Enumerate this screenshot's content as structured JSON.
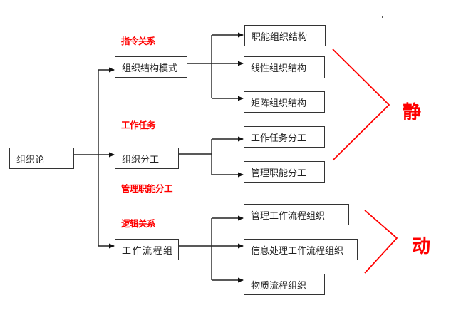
{
  "diagram": {
    "root": {
      "id": "root",
      "label": "组织论"
    },
    "level1": [
      {
        "id": "structure",
        "label": "组织结构模式",
        "annotation": "指令关系"
      },
      {
        "id": "division",
        "label": "组织分工",
        "annotation": "工作任务",
        "annotation_below": "管理职能分工"
      },
      {
        "id": "workflow",
        "label": "工作流程组",
        "annotation": "逻辑关系"
      }
    ],
    "level2": {
      "structure": [
        "职能组织结构",
        "线性组织结构",
        "矩阵组织结构"
      ],
      "division": [
        "工作任务分工",
        "管理职能分工"
      ],
      "workflow": [
        "管理工作流程组织",
        "信息处理工作流程组织",
        "物质流程组织"
      ]
    },
    "groups": [
      {
        "id": "static",
        "label": "静",
        "covers": [
          "structure",
          "division"
        ]
      },
      {
        "id": "dynamic",
        "label": "动",
        "covers": [
          "workflow"
        ]
      }
    ],
    "colors": {
      "accent": "#ff0000",
      "line": "#222222",
      "box_border": "#333333"
    }
  }
}
